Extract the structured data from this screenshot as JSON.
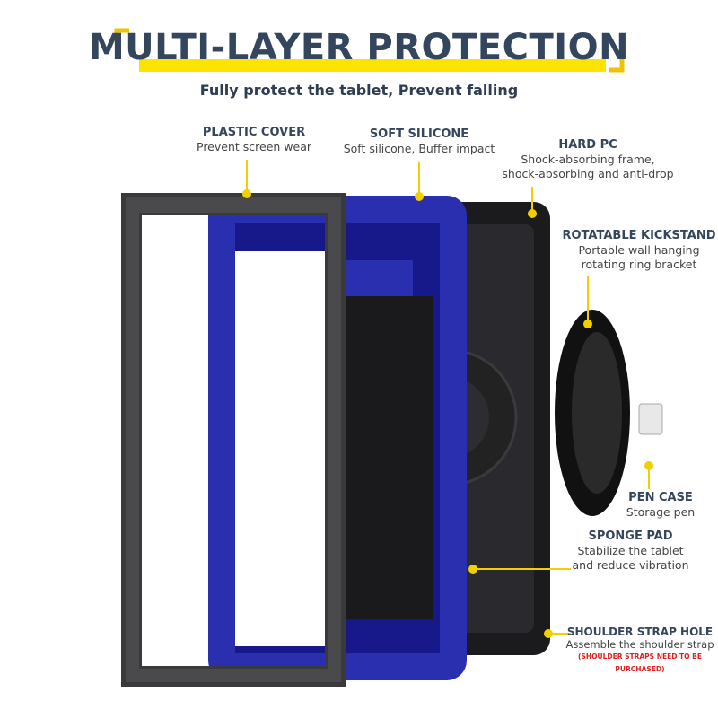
{
  "header": {
    "title": "MULTI-LAYER PROTECTION",
    "subtitle": "Fully protect the tablet, Prevent falling"
  },
  "colors": {
    "accent": "#fde300",
    "title": "#34465e",
    "silicone": "#2a2fb0",
    "note": "#e02020"
  },
  "callouts": [
    {
      "id": "plastic-cover",
      "title": "PLASTIC COVER",
      "lines": [
        "Prevent screen wear"
      ]
    },
    {
      "id": "soft-silicone",
      "title": "SOFT SILICONE",
      "lines": [
        "Soft silicone, Buffer impact"
      ]
    },
    {
      "id": "hard-pc",
      "title": "HARD PC",
      "lines": [
        "Shock-absorbing frame,",
        "shock-absorbing and anti-drop"
      ]
    },
    {
      "id": "rotatable-kickstand",
      "title": "ROTATABLE KICKSTAND",
      "lines": [
        "Portable wall hanging",
        "rotating ring bracket"
      ]
    },
    {
      "id": "pen-case",
      "title": "PEN CASE",
      "lines": [
        "Storage pen"
      ]
    },
    {
      "id": "sponge-pad",
      "title": "SPONGE PAD",
      "lines": [
        "Stabilize the tablet",
        "and reduce vibration"
      ]
    },
    {
      "id": "shoulder-strap-hole",
      "title": "SHOULDER STRAP HOLE",
      "lines": [
        "Assemble the shoulder strap"
      ],
      "note": "(SHOULDER STRAPS NEED TO BE PURCHASED)"
    }
  ]
}
